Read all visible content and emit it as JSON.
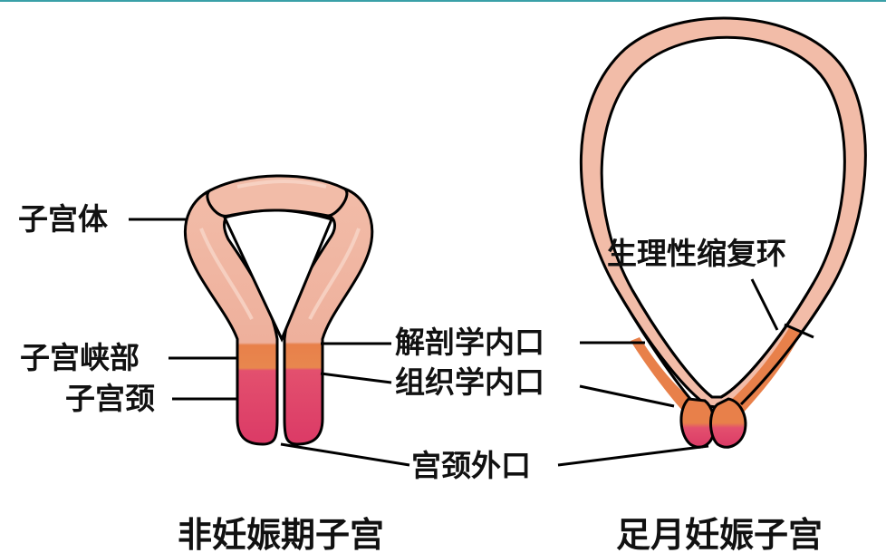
{
  "labels": {
    "uterine_body": "子宫体",
    "isthmus": "子宫峡部",
    "cervix": "子宫颈",
    "anatomical_os": "解剖学内口",
    "histological_os": "组织学内口",
    "external_os": "宫颈外口",
    "retraction_ring": "生理性缩复环"
  },
  "captions": {
    "non_pregnant": "非妊娠期子宫",
    "full_term": "足月妊娠子宫"
  },
  "colors": {
    "wall": "#f0b4a0",
    "wall_highlight": "#f7cfc0",
    "isthmus": "#e8804a",
    "cervix": "#e0406a",
    "outline": "#000000",
    "frame": "#3aa0a8"
  }
}
